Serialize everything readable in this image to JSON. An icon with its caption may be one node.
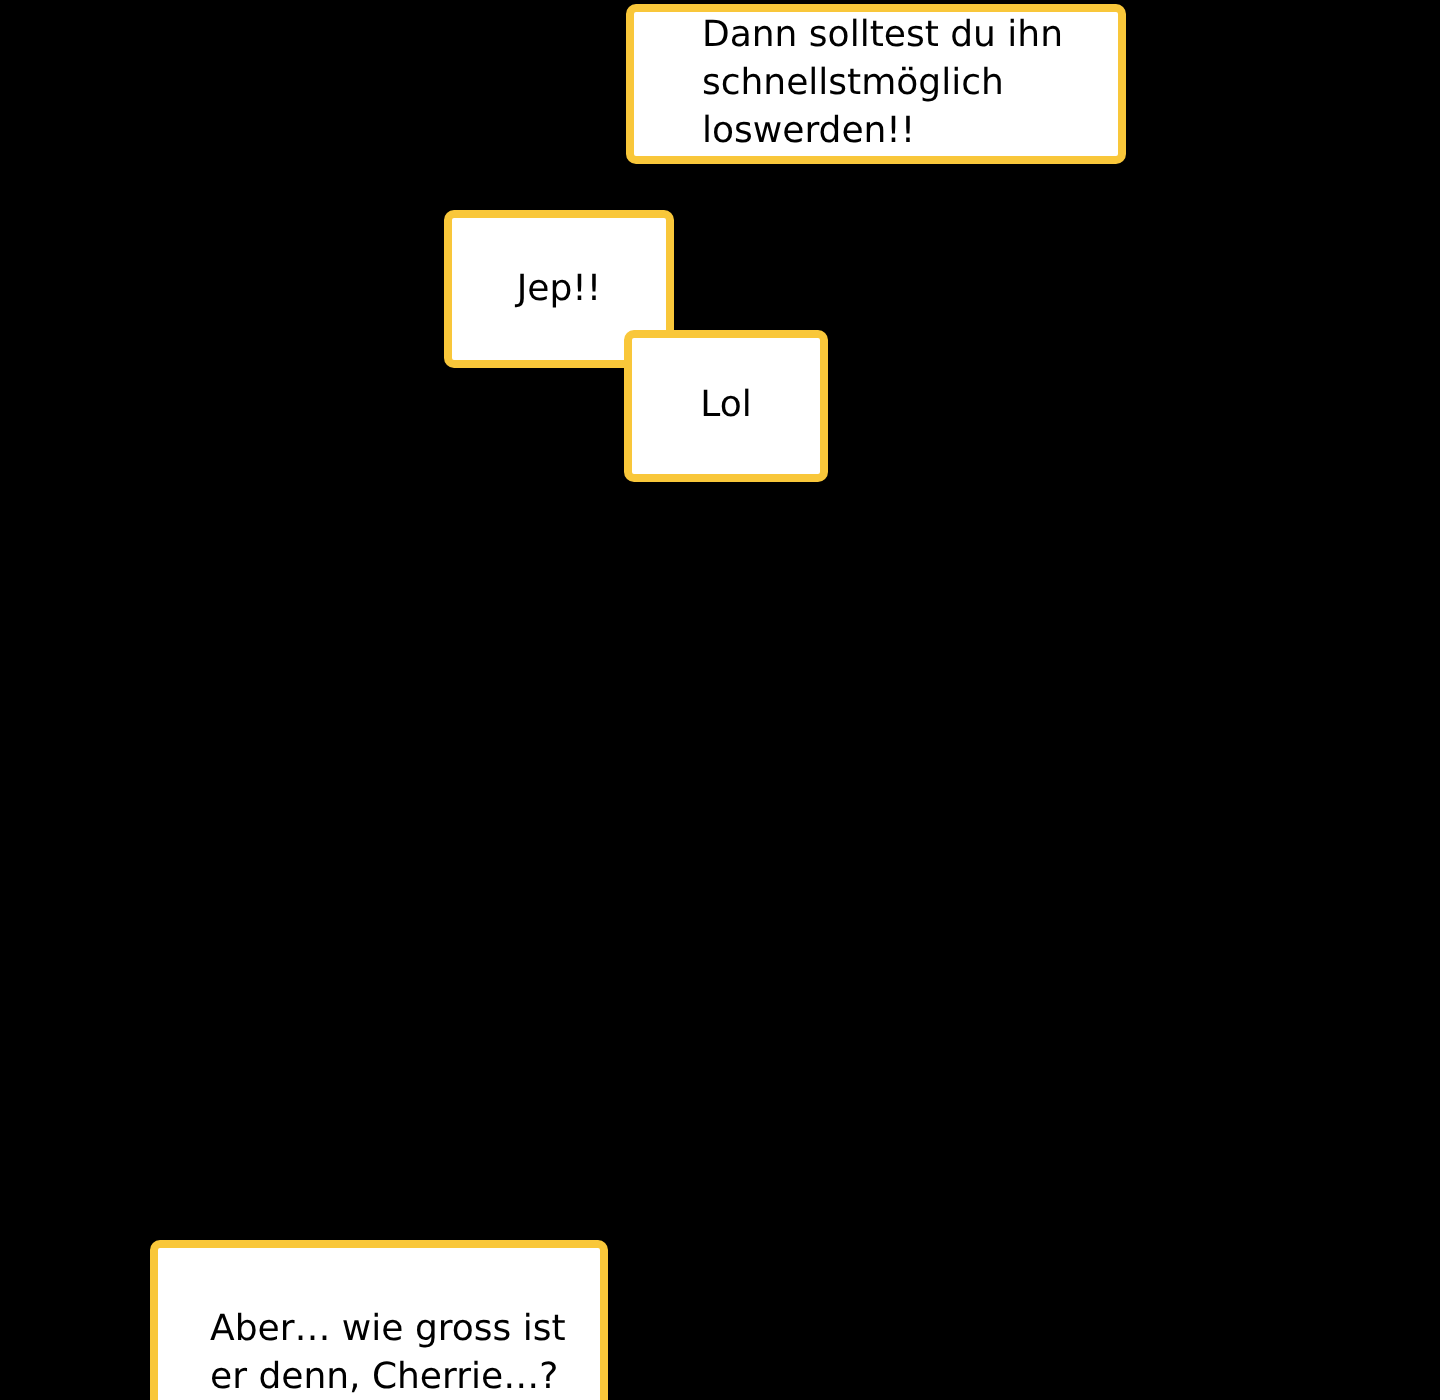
{
  "diagram": {
    "nodes": [
      {
        "text": [
          "Dann solltest du ihn schnellstmöglich loswerden!!"
        ]
      },
      {
        "text": [
          "Jep!!"
        ]
      },
      {
        "text": [
          "Lol"
        ]
      },
      {
        "text": [
          "Aber… wie gross ist er denn, Cherrie…?"
        ]
      }
    ]
  }
}
